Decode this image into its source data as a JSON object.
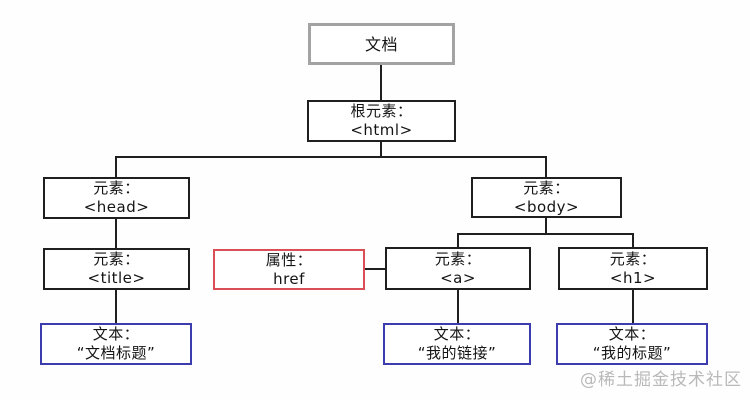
{
  "diagram": {
    "document_node": {
      "label": "文档"
    },
    "nodes": {
      "root_element": {
        "type_label": "根元素：",
        "value": "<html>"
      },
      "head": {
        "type_label": "元素：",
        "value": "<head>"
      },
      "body": {
        "type_label": "元素：",
        "value": "<body>"
      },
      "title": {
        "type_label": "元素：",
        "value": "<title>"
      },
      "attribute_href": {
        "type_label": "属性：",
        "value": "href"
      },
      "anchor": {
        "type_label": "元素：",
        "value": "<a>"
      },
      "heading": {
        "type_label": "元素：",
        "value": "<h1>"
      },
      "text_document_title": {
        "type_label": "文本：",
        "value": "“文档标题”"
      },
      "text_my_link": {
        "type_label": "文本：",
        "value": "“我的链接”"
      },
      "text_my_heading": {
        "type_label": "文本：",
        "value": "“我的标题”"
      }
    },
    "watermark": "@稀土掘金技术社区",
    "colors": {
      "element_border": "#1f1f1f",
      "document_border": "#a3a3a3",
      "attribute_border": "#d94f55",
      "text_node_border": "#3c3caf",
      "connector": "#1f1f1f",
      "watermark": "#b9b9b9"
    }
  }
}
